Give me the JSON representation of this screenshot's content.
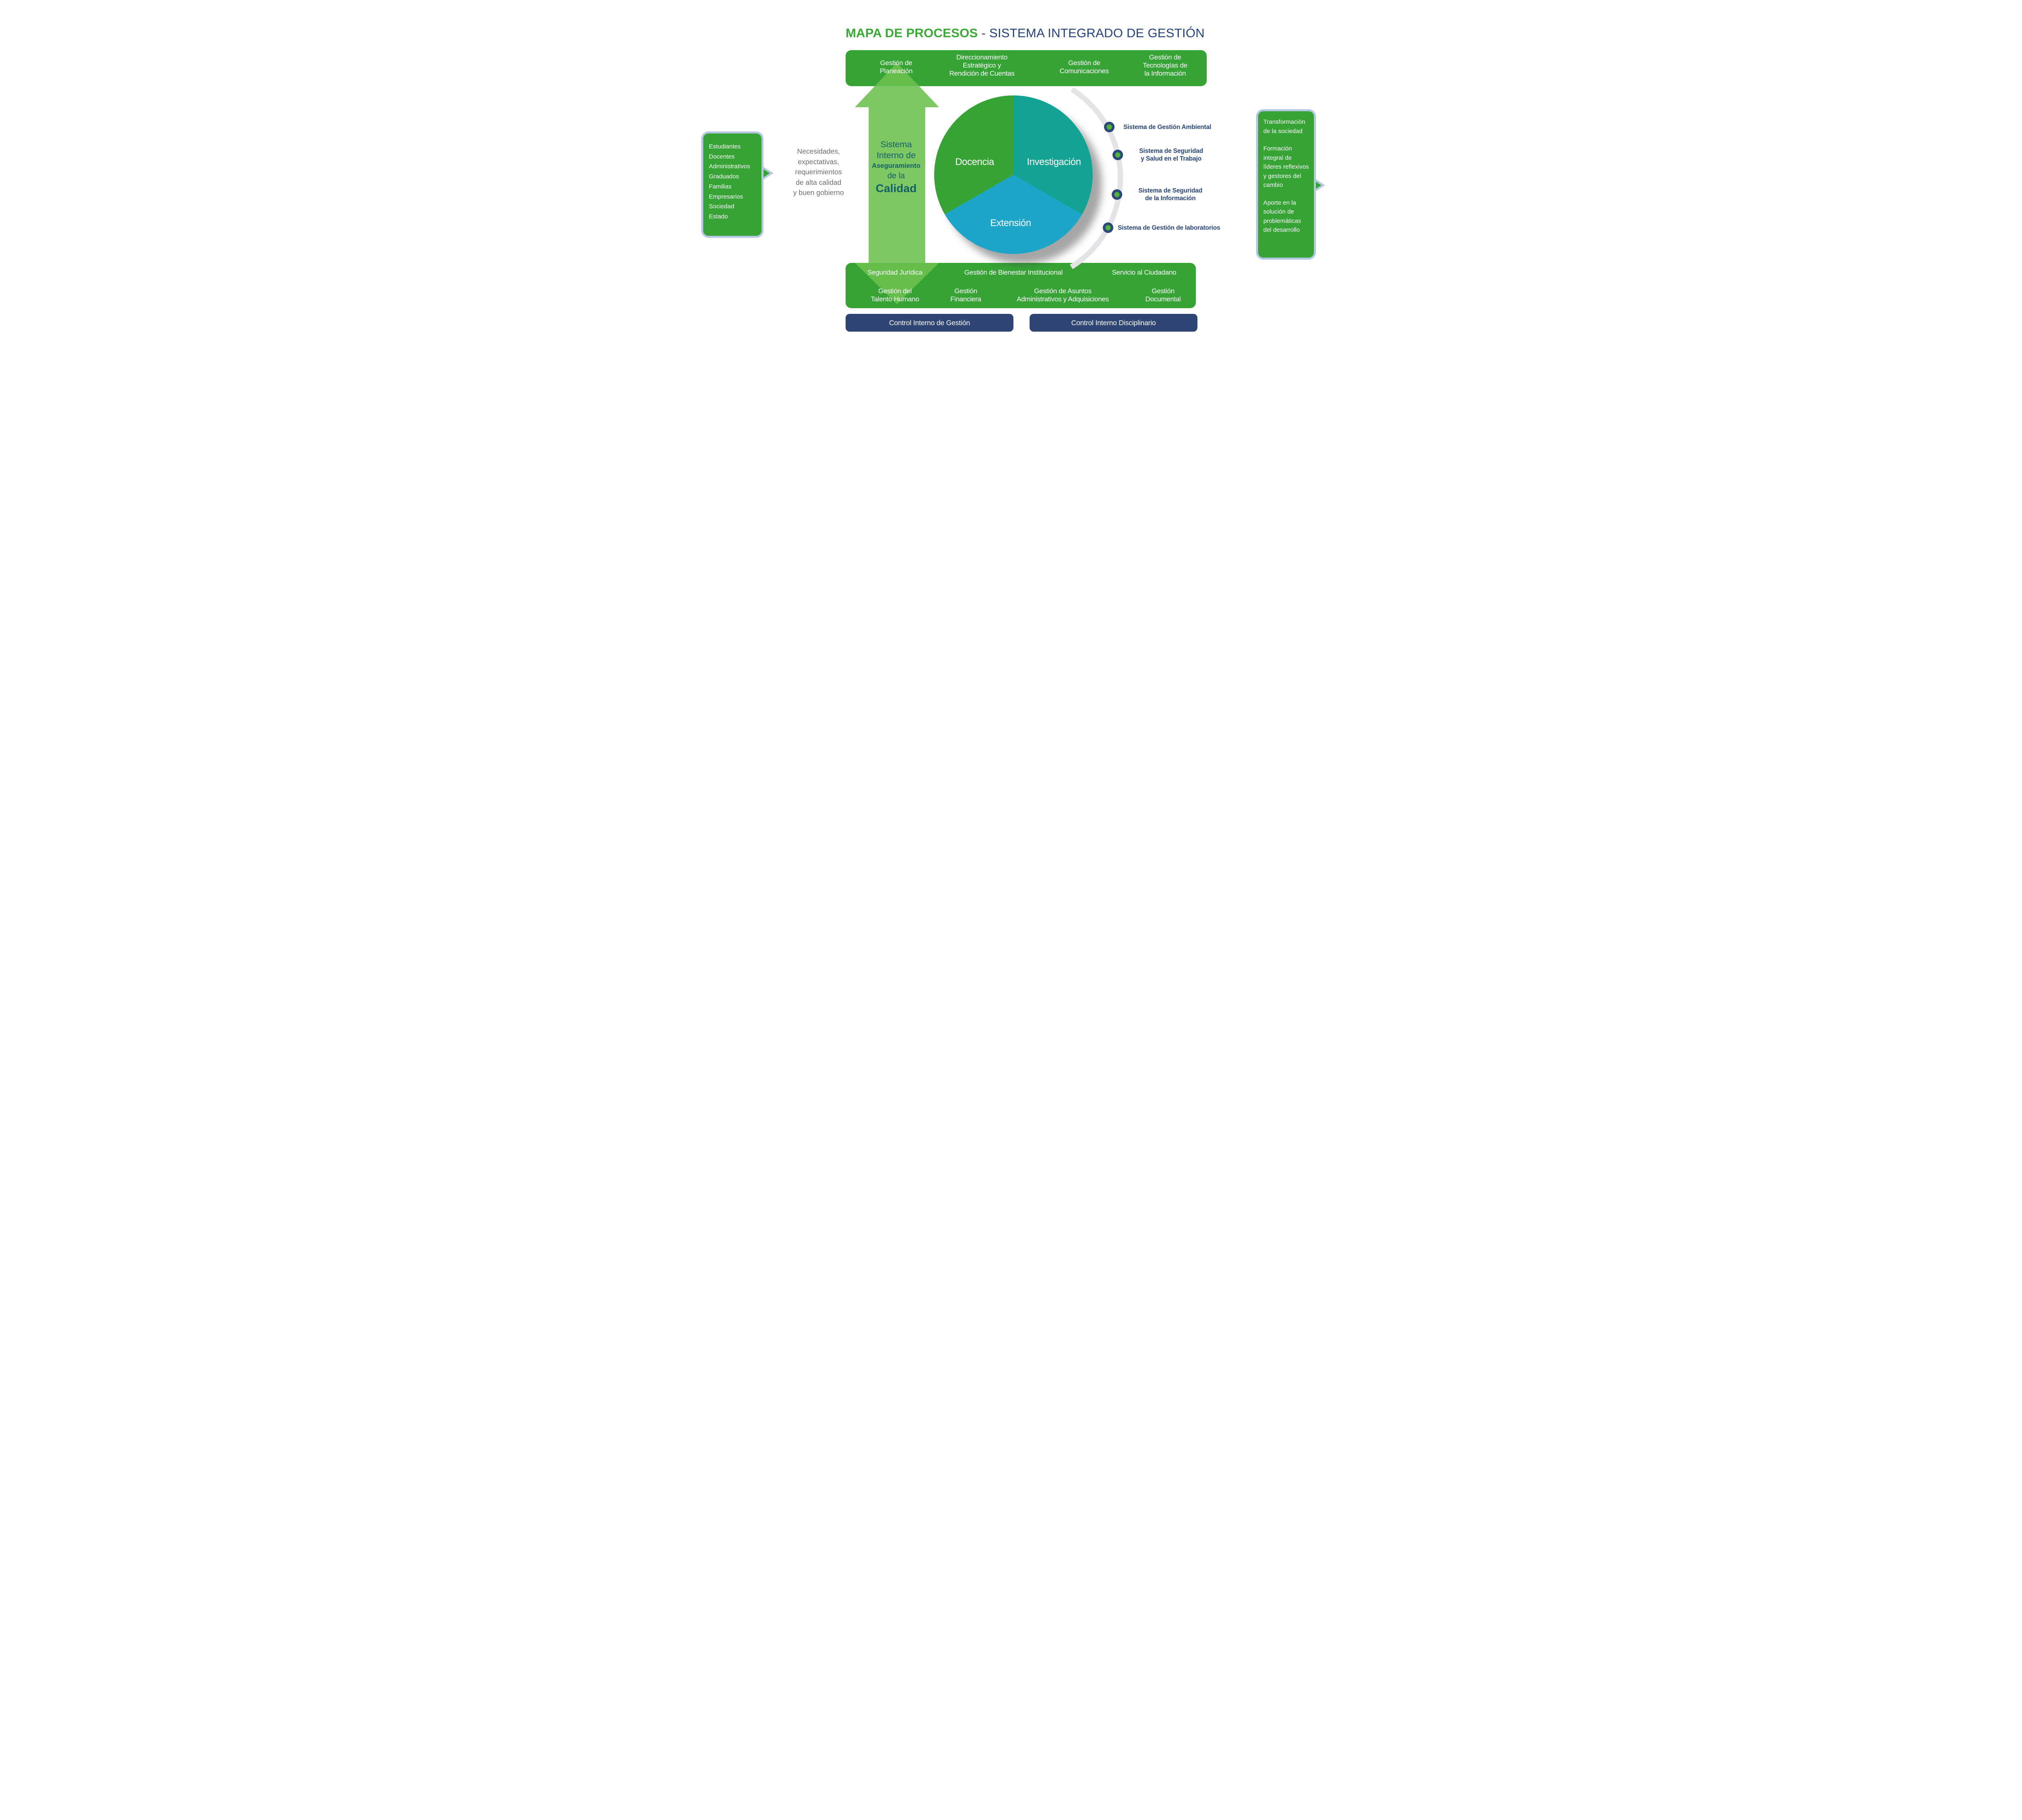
{
  "title": {
    "part1": "MAPA DE PROCESOS",
    "separator": "-",
    "part2": "SISTEMA INTEGRADO DE GESTIÓN"
  },
  "colors": {
    "green": "#35a435",
    "light_green": "#6cc04f",
    "teal": "#14a392",
    "blue": "#1aa5c9",
    "navy_bar": "#2e4573",
    "navy_text": "#29477d",
    "title_green": "#3aa935",
    "title_navy": "#26417c",
    "dark_teal_text": "#14606a",
    "gray_text": "#6d6e71",
    "arc_gray": "#e4e4e6",
    "bubble_border": "#b6c7e4",
    "bullet_outer": "#2b4a7b",
    "bullet_inner": "#52b33b",
    "shadow": "#3a3a3a"
  },
  "top_bar": {
    "items": [
      "Gestión de\nPlaneación",
      "Direccionamiento\nEstratégico y\nRendición de Cuentas",
      "Gestión de\nComunicaciones",
      "Gestión de\nTecnologías de\nla Información"
    ]
  },
  "quality_arrow": {
    "line1": "Sistema",
    "line2": "Interno de",
    "line3": "Aseguramiento",
    "line4": "de la",
    "line5": "Calidad"
  },
  "stakeholders_bubble": {
    "items": [
      "Estudiantes",
      "Docentes",
      "Administrativos",
      "Graduados",
      "Familias",
      "Empresarios",
      "Sociedad",
      "Estado"
    ]
  },
  "inputs_text": {
    "lines": [
      "Necesidades,",
      "expectativas,",
      "requerimientos",
      "de alta calidad",
      "y buen gobierno"
    ]
  },
  "pie": {
    "sectors": [
      {
        "label": "Docencia",
        "color": "#35a435"
      },
      {
        "label": "Investigación",
        "color": "#14a392"
      },
      {
        "label": "Extensión",
        "color": "#1aa5c9"
      }
    ]
  },
  "management_systems": {
    "items": [
      "Sistema de Gestión Ambiental",
      "Sistema de Seguridad\ny Salud en el Trabajo",
      "Sistema de Seguridad\nde la Información",
      "Sistema de Gestión de laboratorios"
    ]
  },
  "outcomes_bubble": {
    "paragraphs": [
      "Transformación\nde la sociedad",
      "Formación\nintegral de\nlíderes reflexivos\ny gestores del\ncambio",
      "Aporte en la\nsolución de\nproblemáticas\ndel desarrollo"
    ]
  },
  "bottom_bar": {
    "row1": [
      "Seguridad Jurídica",
      "Gestión de Bienestar Institucional",
      "Servicio al Ciudadano"
    ],
    "row2": [
      "Gestión del\nTalento Humano",
      "Gestión\nFinanciera",
      "Gestión de Asuntos\nAdministrativos y Adquisiciones",
      "Gestión\nDocumental"
    ]
  },
  "control_bars": {
    "items": [
      "Control Interno de Gestión",
      "Control Interno Disciplinario"
    ]
  }
}
